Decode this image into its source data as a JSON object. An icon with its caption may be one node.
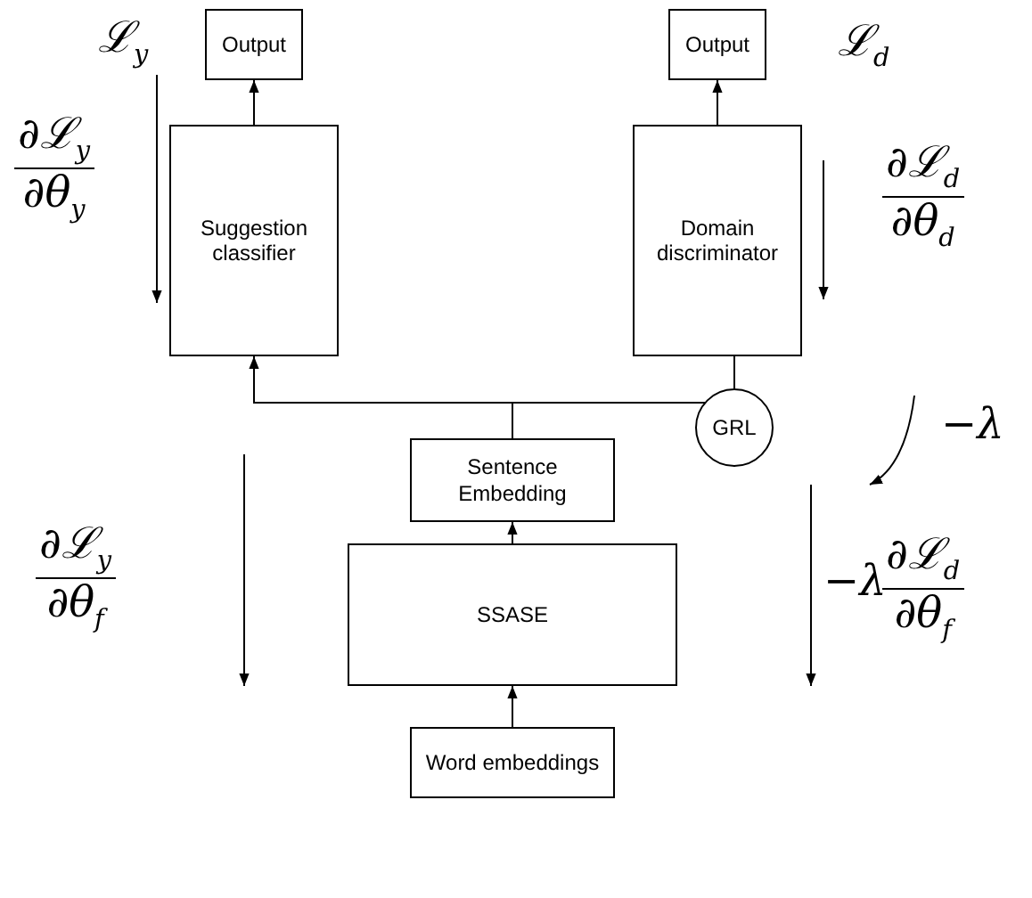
{
  "diagram": {
    "nodes": [
      {
        "text": [
          "Output"
        ]
      },
      {
        "text": [
          "Output"
        ]
      },
      {
        "text": [
          "Suggestion classifier"
        ]
      },
      {
        "text": [
          "Domain discriminator"
        ]
      },
      {
        "text": [
          "GRL"
        ]
      },
      {
        "text": [
          "Sentence Embedding"
        ]
      },
      {
        "text": [
          "SSASE"
        ]
      },
      {
        "text": [
          "Word embeddings"
        ]
      }
    ],
    "edges": [
      {
        "from": 2,
        "to": 0,
        "arrow": "to"
      },
      {
        "from": 3,
        "to": 1,
        "arrow": "to"
      },
      {
        "from": 4,
        "to": 3,
        "arrow": "to"
      },
      {
        "from": 5,
        "to": 2,
        "arrow": "to"
      },
      {
        "from": 5,
        "to": 4,
        "arrow": "to"
      },
      {
        "from": 6,
        "to": 5,
        "arrow": "to"
      },
      {
        "from": 7,
        "to": 6,
        "arrow": "to"
      }
    ],
    "labels": [
      "ℒ$_{y}$",
      "∂ℒ$_{y}$",
      "∂θ$_{y}$",
      "ℒ$_{d}$",
      "∂ℒ$_{d}$",
      "∂θ$_{d}$",
      "−λ",
      "∂ℒ$_{y}$",
      "∂θ$_{f}$",
      "−λ",
      "∂ℒ$_{d}$",
      "∂θ$_{f}$"
    ]
  }
}
